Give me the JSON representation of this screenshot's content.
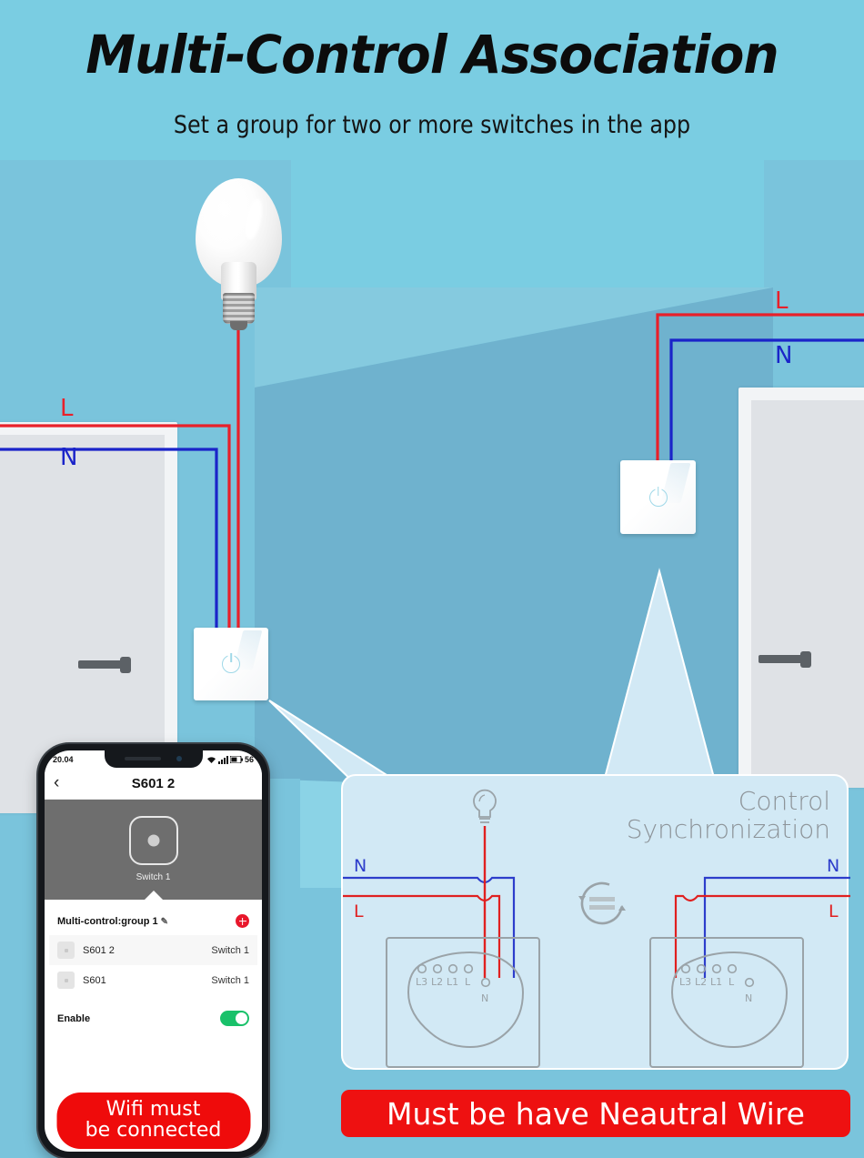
{
  "header": {
    "title": "Multi-Control Association",
    "subtitle": "Set a group for two or more switches in the app"
  },
  "scene": {
    "left_wall_labels": {
      "live": "L",
      "neutral": "N"
    },
    "right_wall_labels": {
      "live": "L",
      "neutral": "N"
    },
    "bulb": "light-bulb",
    "switch_left": "wall-switch-left",
    "switch_right": "wall-switch-right"
  },
  "callout": {
    "title_line1": "Control",
    "title_line2": "Synchronization",
    "sync_icon": "sync-equals-icon",
    "left_module": {
      "terminals": [
        "L3",
        "L2",
        "L1",
        "L"
      ],
      "neutral_terminal": "N",
      "label_N": "N",
      "label_L": "L"
    },
    "right_module": {
      "terminals": [
        "L3",
        "L2",
        "L1",
        "L"
      ],
      "neutral_terminal": "N",
      "label_N": "N",
      "label_L": "L"
    }
  },
  "phone": {
    "status": {
      "time": "20.04",
      "wifi": "wifi-icon",
      "signal": "signal-icon",
      "battery": "56"
    },
    "appbar": {
      "back": "‹",
      "title": "S601 2"
    },
    "hero": {
      "button": "switch-toggle-button",
      "label": "Switch 1"
    },
    "group": {
      "label": "Multi-control:group 1",
      "edit_icon": "pencil-icon",
      "add_icon": "add-icon"
    },
    "devices": [
      {
        "name": "S601 2",
        "switch": "Switch 1"
      },
      {
        "name": "S601",
        "switch": "Switch 1"
      }
    ],
    "enable": {
      "label": "Enable",
      "state": "on"
    },
    "wifi_banner_line1": "Wifi must",
    "wifi_banner_line2": "be connected"
  },
  "footer": {
    "neutral_banner": "Must be have Neautral Wire"
  },
  "colors": {
    "background": "#7ACDE2",
    "wall_back": "#6FB2CE",
    "wall_side": "#7AC4DC",
    "panel": "#D2E9F5",
    "live_wire": "#E8202A",
    "neutral_wire": "#1A24C9",
    "alert_red": "#EE1111",
    "toggle_green": "#19C16A"
  }
}
